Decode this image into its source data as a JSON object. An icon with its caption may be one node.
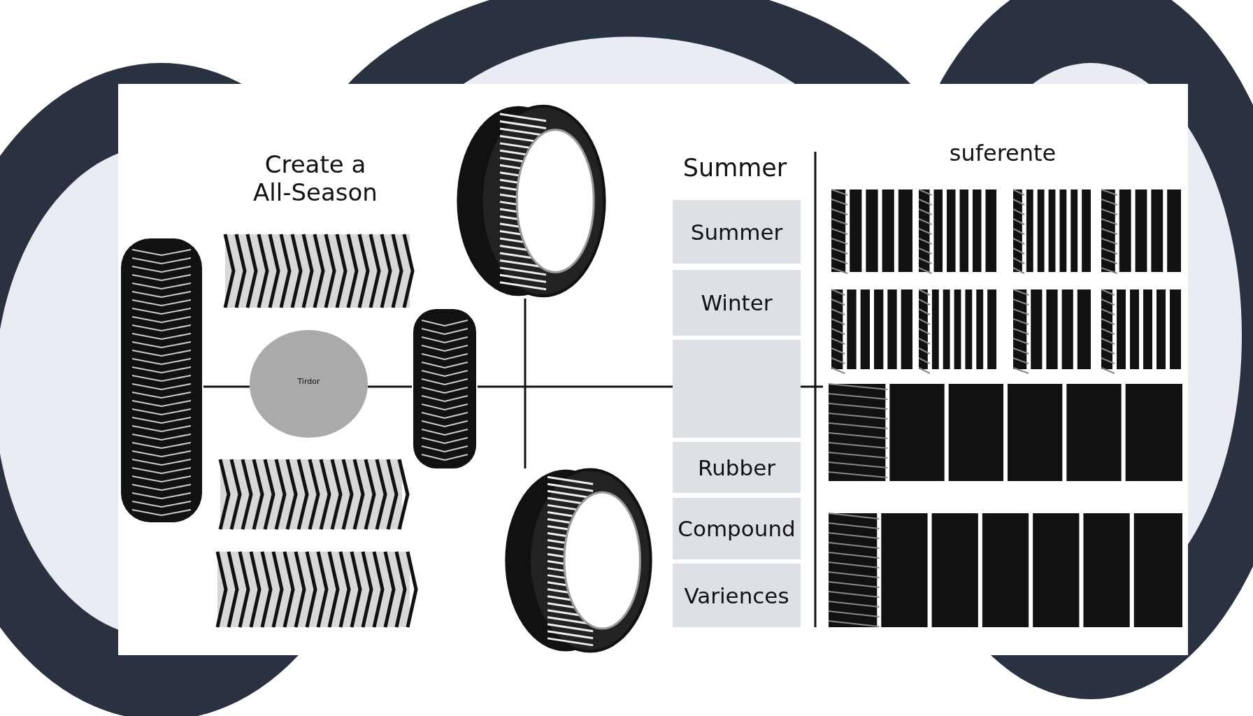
{
  "diagram": {
    "nodes": [
      {
        "text": [],
        "shape": "picture"
      },
      {
        "text": [
          "Tirdor"
        ]
      },
      {
        "text": [],
        "shape": "picture"
      },
      {
        "text": [],
        "shape": "picture"
      },
      {
        "text": [],
        "shape": "picture"
      },
      {
        "text": [
          "Summer"
        ]
      },
      {
        "text": [
          "Winter"
        ]
      },
      {
        "text": [],
        "shape": "box"
      },
      {
        "text": [
          "Rubber"
        ]
      },
      {
        "text": [
          "Compound"
        ]
      },
      {
        "text": [
          "Variences"
        ]
      }
    ],
    "edges": [
      {
        "from": 0,
        "to": 1,
        "arrow": "none"
      },
      {
        "from": 1,
        "to": 2,
        "arrow": "none"
      },
      {
        "from": 2,
        "to": null,
        "arrow": "none"
      },
      {
        "from": 3,
        "to": 4,
        "arrow": "none"
      }
    ],
    "labels": [
      "Create a All-Season",
      "Summer",
      "suferente"
    ]
  }
}
